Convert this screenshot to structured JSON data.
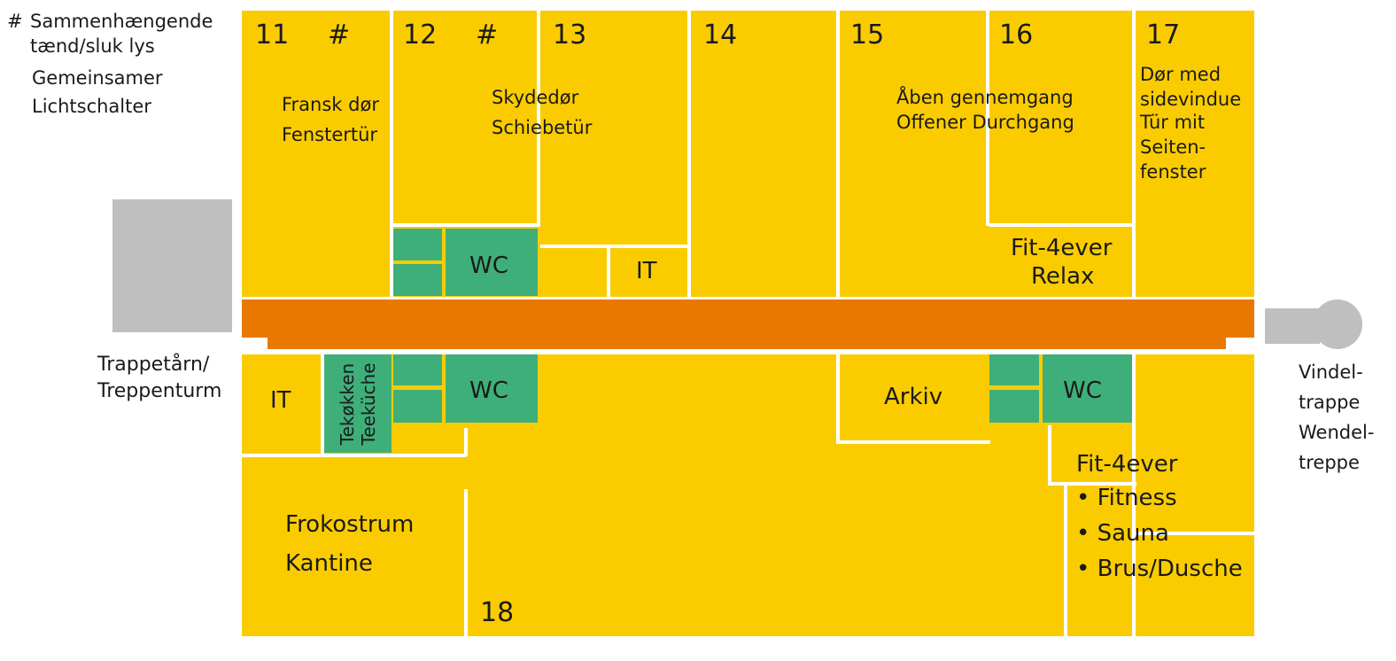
{
  "legend": {
    "symbol": "#",
    "line1": "Sammenhængende",
    "line2": "tænd/sluk lys",
    "line3": "Gemeinsamer",
    "line4": "Lichtschalter"
  },
  "colors": {
    "room": "#FACC00",
    "sanitary": "#3FAF7A",
    "corridor": "#E97800",
    "stairs": "#BFBFBF"
  },
  "rooms": {
    "r11": "11",
    "r12": "12",
    "r13": "13",
    "r14": "14",
    "r15": "15",
    "r16": "16",
    "r17": "17",
    "r18": "18",
    "hash11": "#",
    "hash12": "#"
  },
  "labels": {
    "fransk1": "Fransk dør",
    "fransk2": "Fenstertür",
    "skyde1": "Skydedør",
    "skyde2": "Schiebetür",
    "aaben1": "Åben gennemgang",
    "aaben2": "Offener Durchgang",
    "door17_1": "Dør med",
    "door17_2": "sidevindue",
    "door17_3": "Tür mit",
    "door17_4": "Seiten-",
    "door17_5": "fenster",
    "wc_top": "WC",
    "it_top": "IT",
    "fit_relax1": "Fit-4ever",
    "fit_relax2": "Relax",
    "it_bottom": "IT",
    "tekokken": "Tekøkken",
    "teekueche": "Teeküche",
    "wc_bottom_left": "WC",
    "arkiv": "Arkiv",
    "wc_bottom_right": "WC",
    "fit_bottom": "Fit-4ever",
    "fitness": "• Fitness",
    "sauna": "• Sauna",
    "brus": "• Brus/Dusche",
    "frokost1": "Frokostrum",
    "frokost2": "Kantine",
    "trappe1": "Trappetårn/",
    "trappe2": "Treppenturm",
    "vindel1": "Vindel-",
    "vindel2": "trappe",
    "vindel3": "Wendel-",
    "vindel4": "treppe"
  }
}
